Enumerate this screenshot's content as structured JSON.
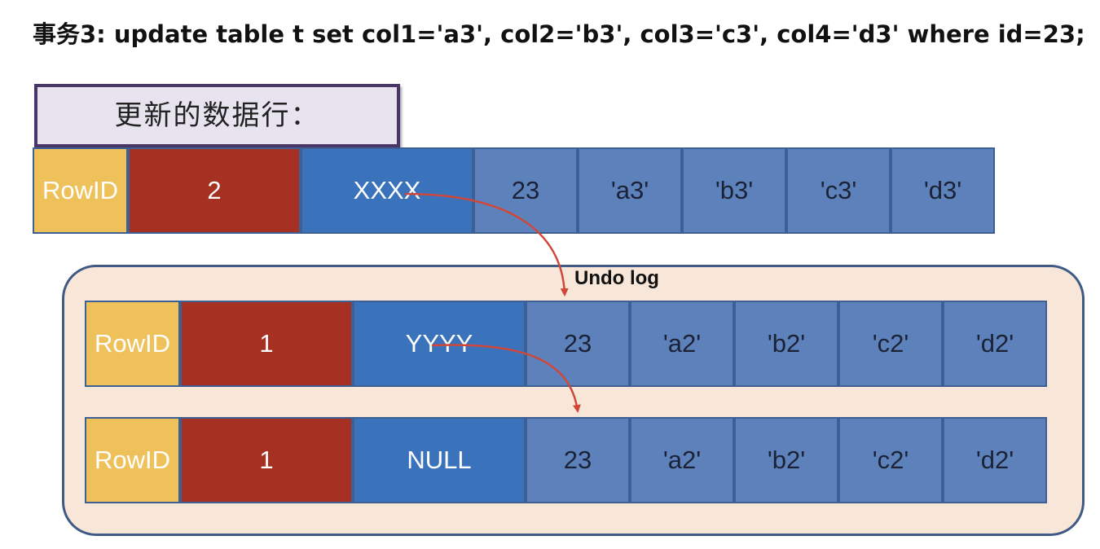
{
  "title": "事务3: update table t set col1='a3', col2='b3', col3='c3', col4='d3' where id=23;",
  "updated_row_label": "更新的数据行：",
  "undo_log_label": "Undo log",
  "colors": {
    "rowid": "#efc15a",
    "trx_id": "#a63021",
    "roll_ptr": "#3a73bc",
    "data": "#5d82bb",
    "arrow": "#d0473a",
    "undo_panel": "#f8e7d8"
  },
  "current_row": {
    "rowid": "RowID",
    "trx_id": "2",
    "roll_ptr": "XXXX",
    "cols": [
      "23",
      "'a3'",
      "'b3'",
      "'c3'",
      "'d3'"
    ]
  },
  "undo_rows": [
    {
      "rowid": "RowID",
      "trx_id": "1",
      "roll_ptr": "YYYY",
      "cols": [
        "23",
        "'a2'",
        "'b2'",
        "'c2'",
        "'d2'"
      ]
    },
    {
      "rowid": "RowID",
      "trx_id": "1",
      "roll_ptr": "NULL",
      "cols": [
        "23",
        "'a2'",
        "'b2'",
        "'c2'",
        "'d2'"
      ]
    }
  ]
}
